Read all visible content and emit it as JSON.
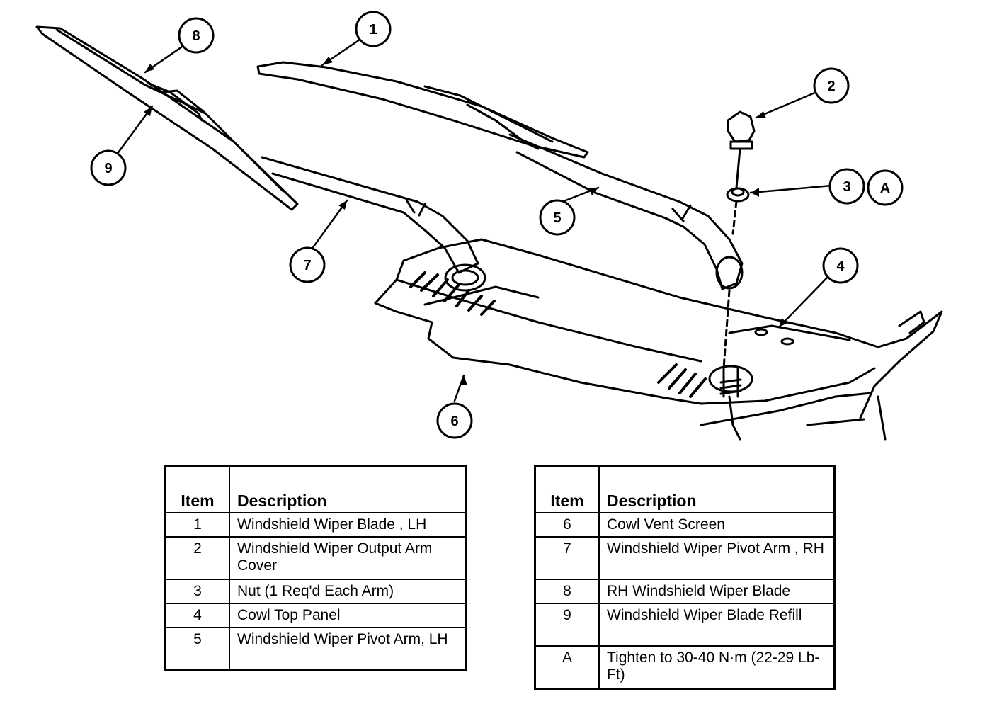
{
  "callouts": [
    {
      "label": "1"
    },
    {
      "label": "2"
    },
    {
      "label": "3"
    },
    {
      "label": "A"
    },
    {
      "label": "4"
    },
    {
      "label": "5"
    },
    {
      "label": "6"
    },
    {
      "label": "7"
    },
    {
      "label": "8"
    },
    {
      "label": "9"
    }
  ],
  "legend_left": {
    "header_item": "Item",
    "header_description": "Description",
    "rows": [
      {
        "item": "1",
        "description": "Windshield Wiper Blade , LH"
      },
      {
        "item": "2",
        "description": "Windshield Wiper Output Arm Cover"
      },
      {
        "item": "3",
        "description": "Nut (1 Req'd Each Arm)"
      },
      {
        "item": "4",
        "description": "Cowl Top Panel"
      },
      {
        "item": "5",
        "description": "Windshield Wiper Pivot Arm, LH"
      }
    ]
  },
  "legend_right": {
    "header_item": "Item",
    "header_description": "Description",
    "rows": [
      {
        "item": "6",
        "description": "Cowl Vent Screen"
      },
      {
        "item": "7",
        "description": "Windshield Wiper Pivot Arm , RH"
      },
      {
        "item": "8",
        "description": "RH Windshield Wiper Blade"
      },
      {
        "item": "9",
        "description": "Windshield Wiper Blade Refill"
      },
      {
        "item": "A",
        "description": "Tighten to 30-40 N·m (22-29 Lb-Ft)"
      }
    ]
  }
}
